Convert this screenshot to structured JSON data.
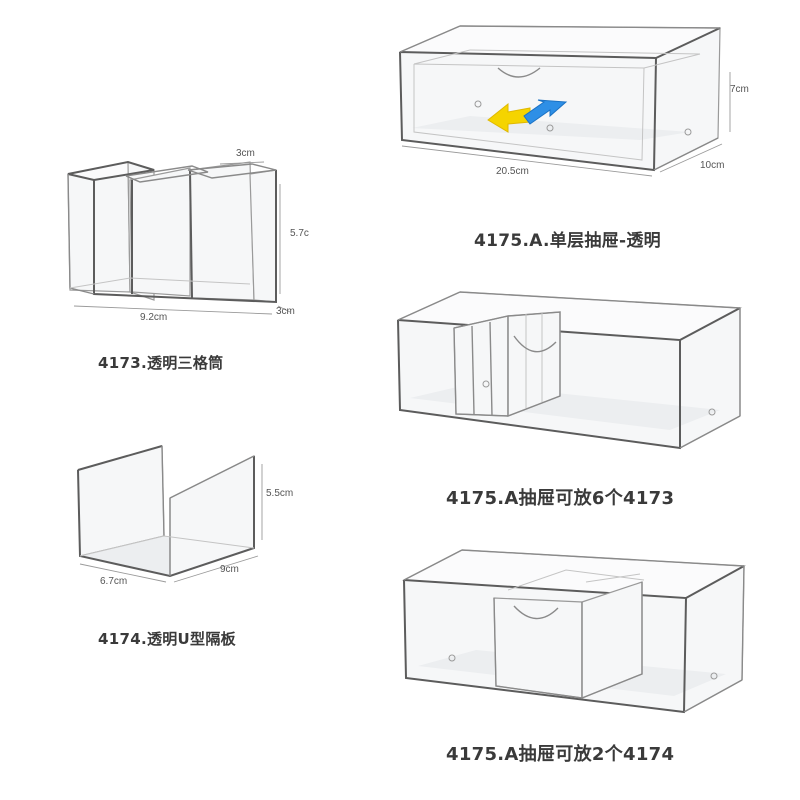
{
  "products": {
    "p4173": {
      "caption": "4173.透明三格筒",
      "dim_width": "9.2cm",
      "dim_depth": "3cm",
      "dim_height": "5.7c",
      "dim_compartment": "3cm"
    },
    "p4174": {
      "caption": "4174.透明U型隔板",
      "dim_depth": "6.7cm",
      "dim_width": "9cm",
      "dim_height": "5.5cm"
    },
    "p4175_single": {
      "caption": "4175.A.单层抽屉-透明",
      "dim_width": "20.5cm",
      "dim_depth": "10cm",
      "dim_height": "7cm"
    },
    "p4175_with4173": {
      "caption": "4175.A抽屉可放6个4173"
    },
    "p4175_with4174": {
      "caption": "4175.A抽屉可放2个4174"
    }
  },
  "colors": {
    "arrow_yellow": "#f5d400",
    "arrow_blue": "#2e8fe6",
    "caption_text": "#3a3a3a"
  }
}
